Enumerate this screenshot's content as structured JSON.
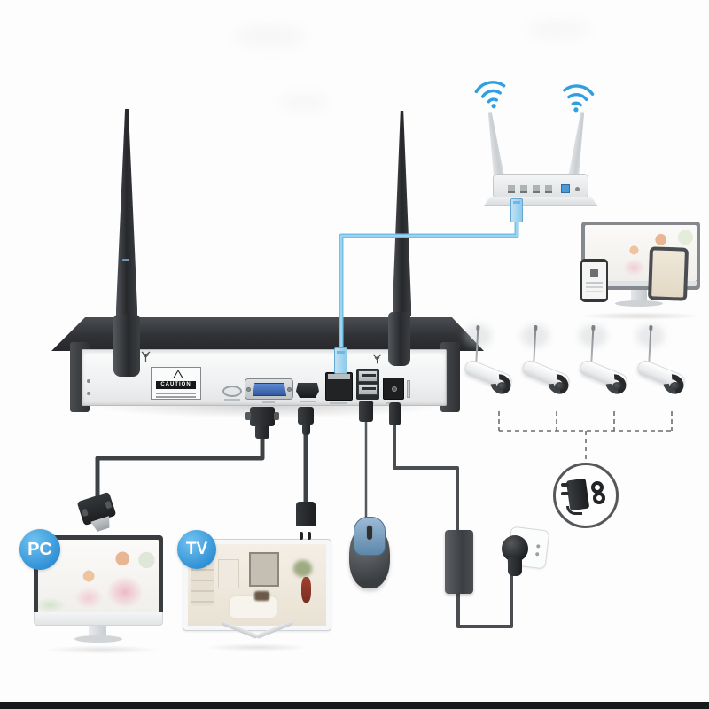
{
  "badges": {
    "pc_label": "PC",
    "tv_label": "TV"
  },
  "nvr": {
    "caution_label": "CAUTION",
    "ports": [
      "audio-out",
      "vga",
      "hdmi",
      "lan",
      "usb-dual",
      "dc-power"
    ],
    "antenna_count": 2
  },
  "router": {
    "antenna_count": 2,
    "wifi_signal_icons": 2
  },
  "cameras": {
    "count": 4
  },
  "colors": {
    "wifi_blue": "#2e9fe0",
    "badge_blue": "#3f9edf",
    "ethernet_cable_blue": "#74bfe8",
    "vga_port_blue": "#3c6fc0",
    "device_dark": "#2b2d30",
    "cable_gray": "#45484c"
  }
}
